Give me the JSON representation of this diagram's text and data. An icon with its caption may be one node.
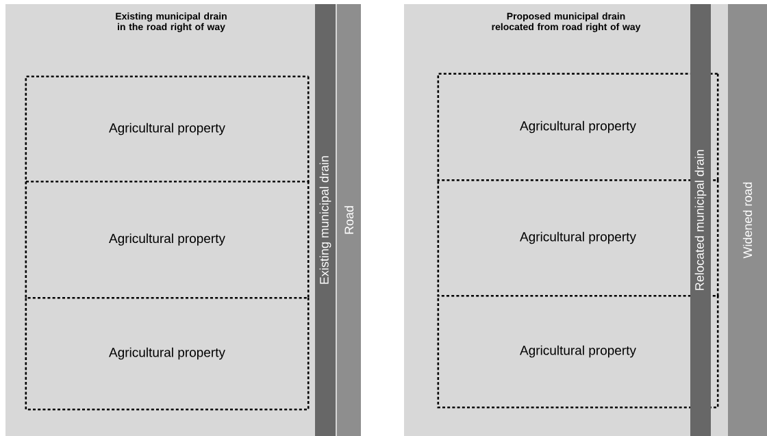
{
  "diagram": {
    "nodes": [
      {
        "text": [
          "Existing municipal drain in the road right of way"
        ]
      },
      {
        "text": [
          "Agricultural property"
        ],
        "in": 0
      },
      {
        "text": [
          "Agricultural property"
        ],
        "in": 0
      },
      {
        "text": [
          "Agricultural property"
        ],
        "in": 0
      },
      {
        "text": [
          "Existing municipal drain"
        ],
        "in": 0
      },
      {
        "text": [
          "Road"
        ]
      },
      {
        "text": [
          "Proposed municipal drain relocated from road right of way"
        ]
      },
      {
        "text": [
          "Agricultural property"
        ],
        "in": 6
      },
      {
        "text": [
          "Agricultural property"
        ],
        "in": 6
      },
      {
        "text": [
          "Agricultural property"
        ],
        "in": 6
      },
      {
        "text": [
          "Relocated municipal drain"
        ],
        "in": 6
      },
      {
        "text": [
          "Widened road"
        ]
      }
    ]
  }
}
